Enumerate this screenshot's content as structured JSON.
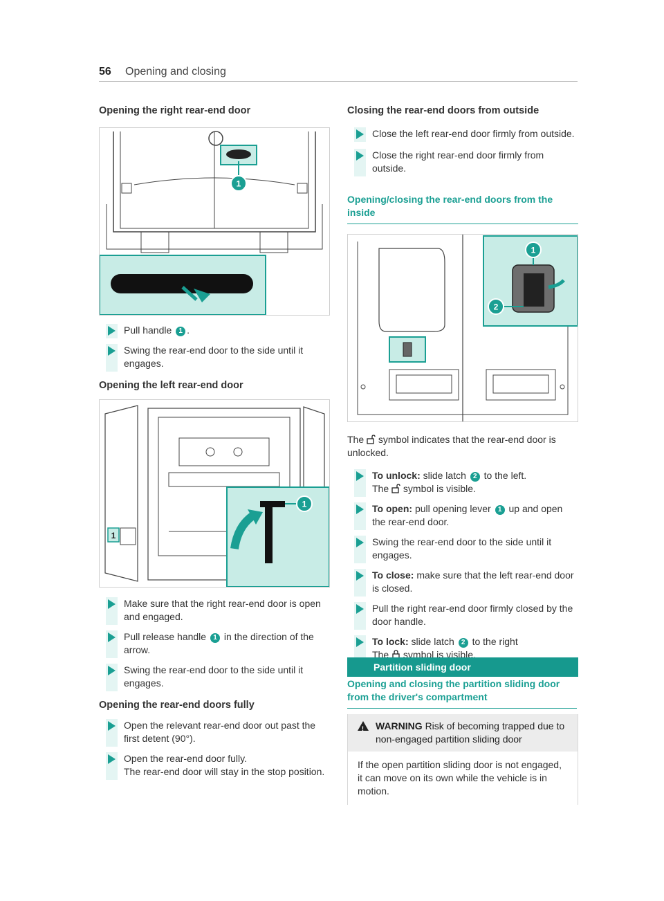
{
  "header": {
    "page_number": "56",
    "chapter": "Opening and closing"
  },
  "left": {
    "s1_title": "Opening the right rear-end door",
    "s1_steps": [
      {
        "pre": "Pull handle",
        "marker": "1",
        "post": "."
      },
      {
        "text": "Swing the rear-end door to the side until it engages."
      }
    ],
    "s2_title": "Opening the left rear-end door",
    "s2_steps": [
      {
        "text": "Make sure that the right rear-end door is open and engaged."
      },
      {
        "pre": "Pull release handle",
        "marker": "1",
        "post": "in the direction of the arrow."
      },
      {
        "text": "Swing the rear-end door to the side until it engages."
      }
    ],
    "s3_title": "Opening the rear-end doors fully",
    "s3_steps": [
      {
        "text": "Open the relevant rear-end door out past the first detent (90°)."
      },
      {
        "text": "Open the rear-end door fully.",
        "text2": "The rear-end door will stay in the stop position."
      }
    ],
    "fig1_callout": "1",
    "fig2_callout": "1",
    "fig2_label": "1"
  },
  "right": {
    "s4_title": "Closing the rear-end doors from outside",
    "s4_steps": [
      {
        "text": "Close the left rear-end door firmly from outside."
      },
      {
        "text": "Close the right rear-end door firmly from outside."
      }
    ],
    "s5_title": "Opening/closing the rear-end doors from the inside",
    "fig3_callout1": "1",
    "fig3_callout2": "2",
    "intro_pre": "The",
    "intro_post": "symbol indicates that the rear-end door is unlocked.",
    "s5_steps": {
      "unlock": {
        "label": "To unlock:",
        "pre": "slide latch",
        "marker": "2",
        "post": "to the left.",
        "line2_pre": "The",
        "line2_post": "symbol is visible."
      },
      "open": {
        "label": "To open:",
        "pre": "pull opening lever",
        "marker": "1",
        "post": "up and open the rear-end door."
      },
      "swing": {
        "text": "Swing the rear-end door to the side until it engages."
      },
      "close": {
        "label": "To close:",
        "post": "make sure that the left rear-end door is closed."
      },
      "pull": {
        "text": "Pull the right rear-end door firmly closed by the door handle."
      },
      "lock": {
        "label": "To lock:",
        "pre": "slide latch",
        "marker": "2",
        "post": "to the right",
        "line2_pre": "The",
        "line2_post": "symbol is visible."
      }
    },
    "band_title": "Partition sliding door",
    "s6_title": "Opening and closing the partition sliding door from the driver's compartment",
    "warning": {
      "label": "WARNING",
      "head": "Risk of becoming trapped due to non-engaged partition sliding door",
      "body": "If the open partition sliding door is not engaged, it can move on its own while the vehicle is in motion."
    }
  },
  "colors": {
    "accent": "#1a9f93",
    "highlight_bg": "#c8ece6",
    "step_bar": "#e4f5f3"
  },
  "icons": [
    "unlocked-padlock-icon",
    "locked-padlock-icon",
    "warning-triangle-icon",
    "step-arrow-icon"
  ]
}
